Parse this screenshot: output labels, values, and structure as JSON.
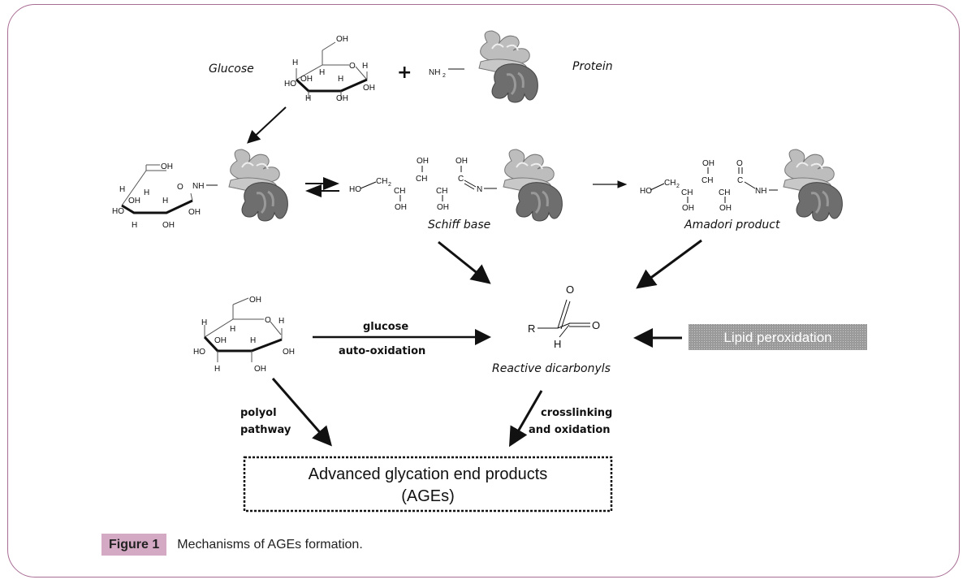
{
  "figure": {
    "label": "Figure 1",
    "caption": "Mechanisms of AGEs formation."
  },
  "diagram": {
    "glucose_label": "Glucose",
    "protein_label": "Protein",
    "plus": "+",
    "nh2": "NH",
    "nh2_sub": "2",
    "schiff_label": "Schiff base",
    "amadori_label": "Amadori product",
    "dicarbonyl_label": "Reactive dicarbonyls",
    "glucose_autoox_line1": "glucose",
    "glucose_autoox_line2": "auto-oxidation",
    "lipid_label": "Lipid peroxidation",
    "polyol_line1": "polyol",
    "polyol_line2": "pathway",
    "crosslink_line1": "crosslinking",
    "crosslink_line2": "and oxidation",
    "ages_line1": "Advanced glycation end products",
    "ages_line2": "(AGEs)",
    "atoms": {
      "OH": "OH",
      "HO": "HO",
      "H": "H",
      "O": "O",
      "NH": "NH",
      "N": "N",
      "C": "C",
      "CH": "CH",
      "CH2": "CH",
      "sub2": "2",
      "R": "R"
    }
  },
  "colors": {
    "frame_border": "#a86d93",
    "figure_label_bg": "#d4a9c4",
    "lipid_box_bg": "#9a9a9a",
    "protein_light": "#bdbdbd",
    "protein_dark": "#6e6e6e"
  }
}
